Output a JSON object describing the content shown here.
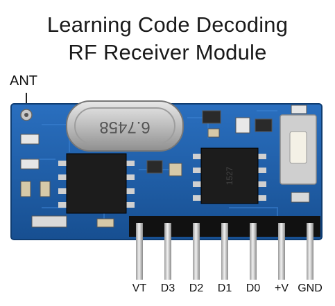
{
  "title_line1": "Learning Code Decoding",
  "title_line2": "RF Receiver Module",
  "antenna_label": "ANT",
  "crystal_marking": "6.7458",
  "chip1_marking": "",
  "chip2_marking": "1527",
  "pins": [
    {
      "label": "VT"
    },
    {
      "label": "D3"
    },
    {
      "label": "D2"
    },
    {
      "label": "D1"
    },
    {
      "label": "D0"
    },
    {
      "label": "+V"
    },
    {
      "label": "GND"
    }
  ],
  "colors": {
    "pcb": "#1f5fa8",
    "pcb_dark": "#164a86",
    "chip": "#1c1c1c",
    "crystal": "#c9c9c9",
    "pin": "#d9d9d9",
    "header": "#111111"
  }
}
